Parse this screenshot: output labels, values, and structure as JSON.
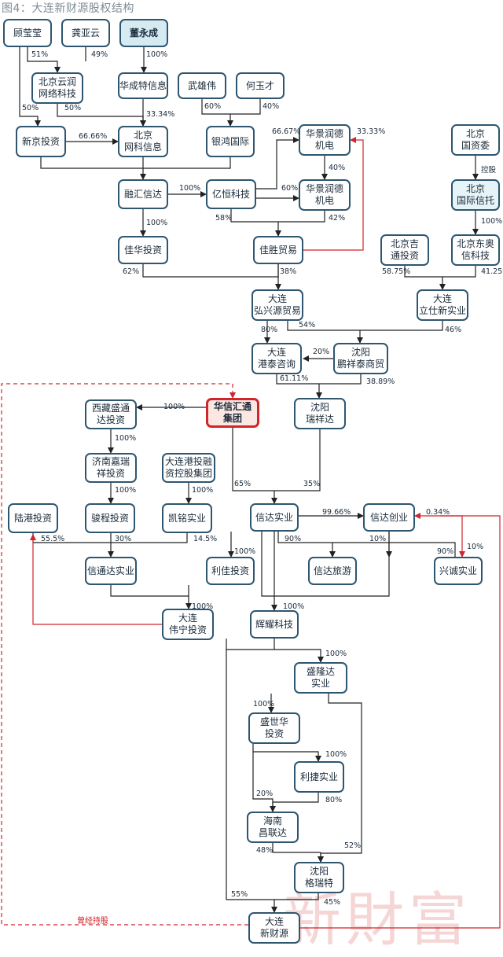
{
  "title": "图4：大连新财源股权结构",
  "watermark": "新財富",
  "nodes": {
    "gu": "顾莹莹",
    "gong": "龚亚云",
    "dong": "董永成",
    "bjyr": "北京云润\n网络科技",
    "hcx": "华成特信息",
    "wu": "武雄伟",
    "he": "何玉才",
    "xjtz": "新京投资",
    "bjwk": "北京\n网科信息",
    "yhgj": "银鸿国际",
    "hjrd1": "华景润德\n机电",
    "bjgzw": "北京\n国资委",
    "rhxd": "融汇信达",
    "yhkj": "亿恒科技",
    "hjrd2": "华景润德\n机电",
    "bjgjxt": "北京\n国际信托",
    "jhtz": "佳华投资",
    "jsmy": "佳胜贸易",
    "bjjttz": "北京吉\n通投资",
    "bjda": "北京东奥\n信科技",
    "dlhx": "大连\n弘兴源贸易",
    "dllsxsy": "大连\n立仕新实业",
    "dlgt": "大连\n港泰咨询",
    "sypxt": "沈阳\n鹏祥泰商贸",
    "xzstd": "西藏盛通\n达投资",
    "hxht": "华信汇通\n集团",
    "syrxd": "沈阳\n瑞祥达",
    "jnjr": "济南嘉瑞\n祥投资",
    "dlgtrz": "大连港投融\n资控股集团",
    "lgtz": "陆港投资",
    "jctz": "骏程投资",
    "kmsy": "凯铭实业",
    "xdsy": "信达实业",
    "xdcy": "信达创业",
    "xtdsy": "信通达实业",
    "ljtz": "利佳投资",
    "xdly": "信达旅游",
    "xcsy": "兴诚实业",
    "dlwntz": "大连\n伟宁投资",
    "hykj": "辉耀科技",
    "sldsy": "盛隆达\n实业",
    "sshtz": "盛世华\n投资",
    "ljsy": "利捷实业",
    "hncld": "海南\n昌联达",
    "sygrt": "沈阳\n格瑞特",
    "dlxcy": "大连\n新财源"
  },
  "labels": {
    "p51": "51%",
    "p49": "49%",
    "p100a": "100%",
    "p50a": "50%",
    "p50b": "50%",
    "p3334": "33.34%",
    "p60a": "60%",
    "p40a": "40%",
    "p6666": "66.66%",
    "p6667": "66.67%",
    "p3333": "33.33%",
    "p40b": "40%",
    "kongu": "控股",
    "p100b": "100%",
    "p100c": "100%",
    "p60b": "60%",
    "p58": "58%",
    "p42": "42%",
    "p100d": "100%",
    "p62": "62%",
    "p38": "38%",
    "p5875": "58.75%",
    "p4125": "41.25%",
    "p80a": "80%",
    "p54": "54%",
    "p46": "46%",
    "p20a": "20%",
    "p6111": "61.11%",
    "p3889": "38.89%",
    "p100e": "100%",
    "p100f": "100%",
    "p100g": "100%",
    "p100h": "100%",
    "p65": "65%",
    "p35": "35%",
    "p9966": "99.66%",
    "p034": "0.34%",
    "p555": "55.5%",
    "p30": "30%",
    "p145": "14.5%",
    "p100i": "100%",
    "p90a": "90%",
    "p10a": "10%",
    "p90b": "90%",
    "p10b": "10%",
    "p100j": "100%",
    "p100k": "100%",
    "p100l": "100%",
    "p100m": "100%",
    "p100n": "100%",
    "p20b": "20%",
    "p80b": "80%",
    "p48": "48%",
    "p52": "52%",
    "p55": "55%",
    "p45": "45%",
    "cjcg": "曾经持股"
  },
  "colors": {
    "node_border": "#2e5670",
    "line": "#222222",
    "red": "#d0252b",
    "highlight": "#d5eaf1"
  }
}
